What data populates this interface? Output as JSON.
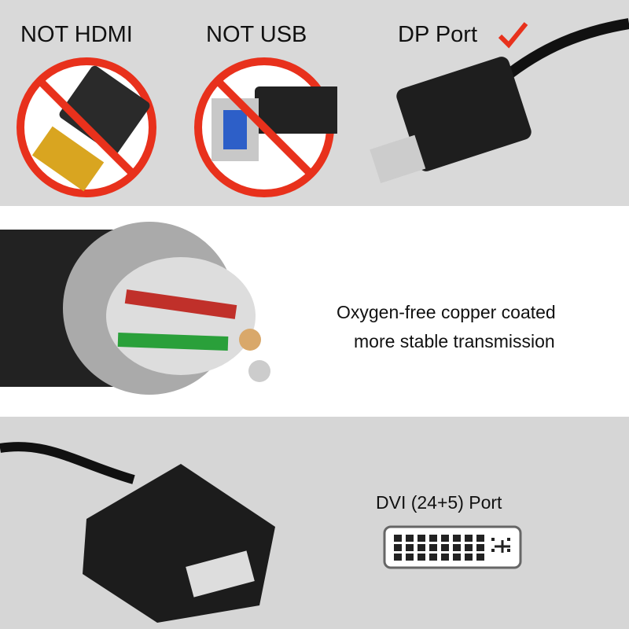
{
  "top": {
    "not_hdmi": "NOT HDMI",
    "not_usb": "NOT USB",
    "dp_port": "DP Port",
    "accent": "#e8311c"
  },
  "middle": {
    "line1": "Oxygen-free copper coated",
    "line2": "more stable transmission"
  },
  "bottom": {
    "dvi_label": "DVI (24+5) Port"
  }
}
